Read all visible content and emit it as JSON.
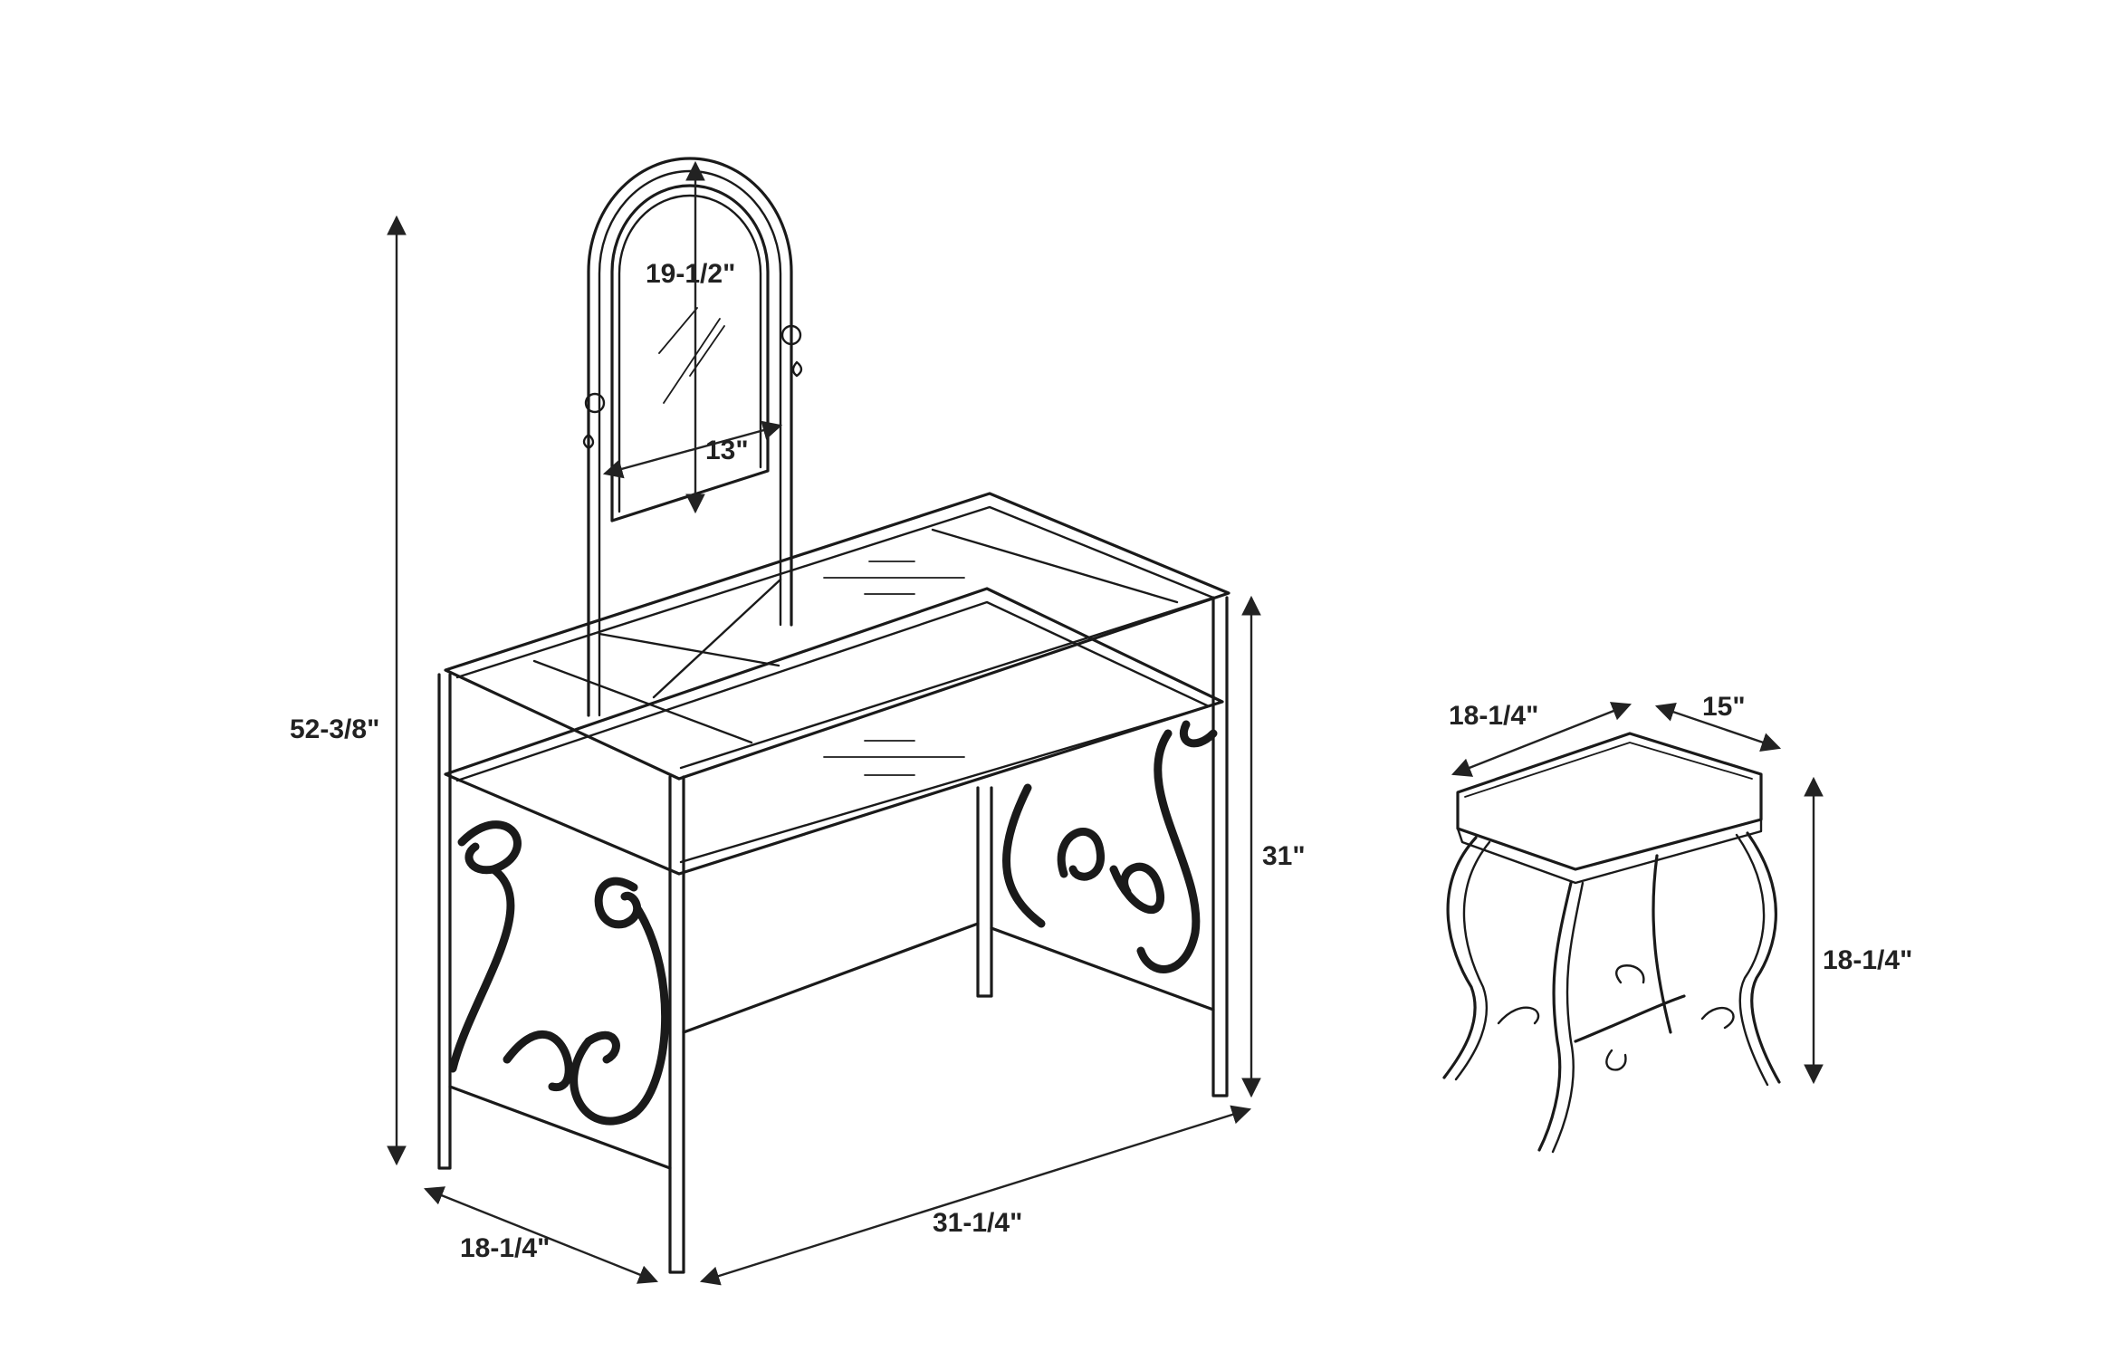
{
  "dimensions": {
    "vanity_total_height": "52-3/8\"",
    "mirror_height": "19-1/2\"",
    "mirror_width": "13\"",
    "table_height": "31\"",
    "table_depth": "18-1/4\"",
    "table_width": "31-1/4\"",
    "stool_width": "18-1/4\"",
    "stool_depth": "15\"",
    "stool_height": "18-1/4\""
  },
  "colors": {
    "line": "#1a1a1a",
    "background": "#ffffff"
  }
}
